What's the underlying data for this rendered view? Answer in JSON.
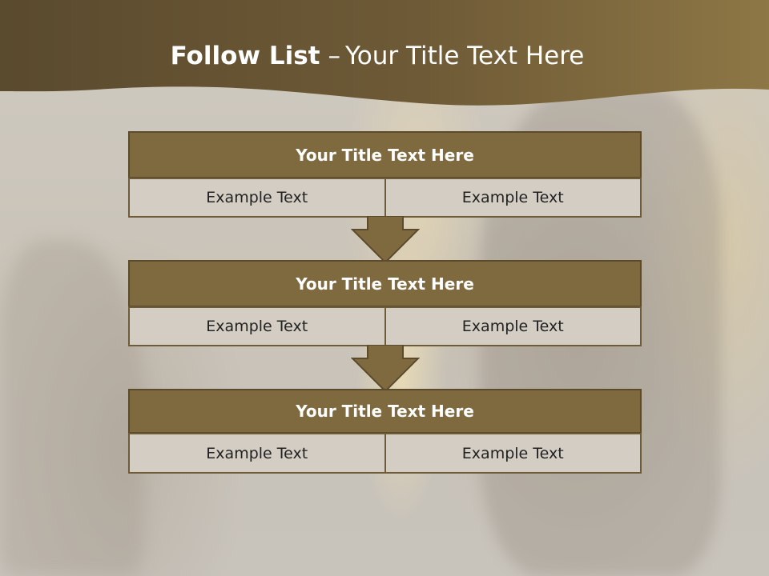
{
  "slide": {
    "title_bold": "Follow List",
    "title_separator": "–",
    "title_rest": "Your Title Text Here"
  },
  "blocks": [
    {
      "title": "Your Title Text Here",
      "left_text": "Example Text",
      "right_text": "Example Text"
    },
    {
      "title": "Your Title Text Here",
      "left_text": "Example Text",
      "right_text": "Example Text"
    },
    {
      "title": "Your Title Text Here",
      "left_text": "Example Text",
      "right_text": "Example Text"
    }
  ],
  "colors": {
    "accent_brown": "#7f6a40",
    "cell_fill": "#d3cdc4",
    "banner_dark": "#5e4d30",
    "banner_light": "#8a7344"
  }
}
